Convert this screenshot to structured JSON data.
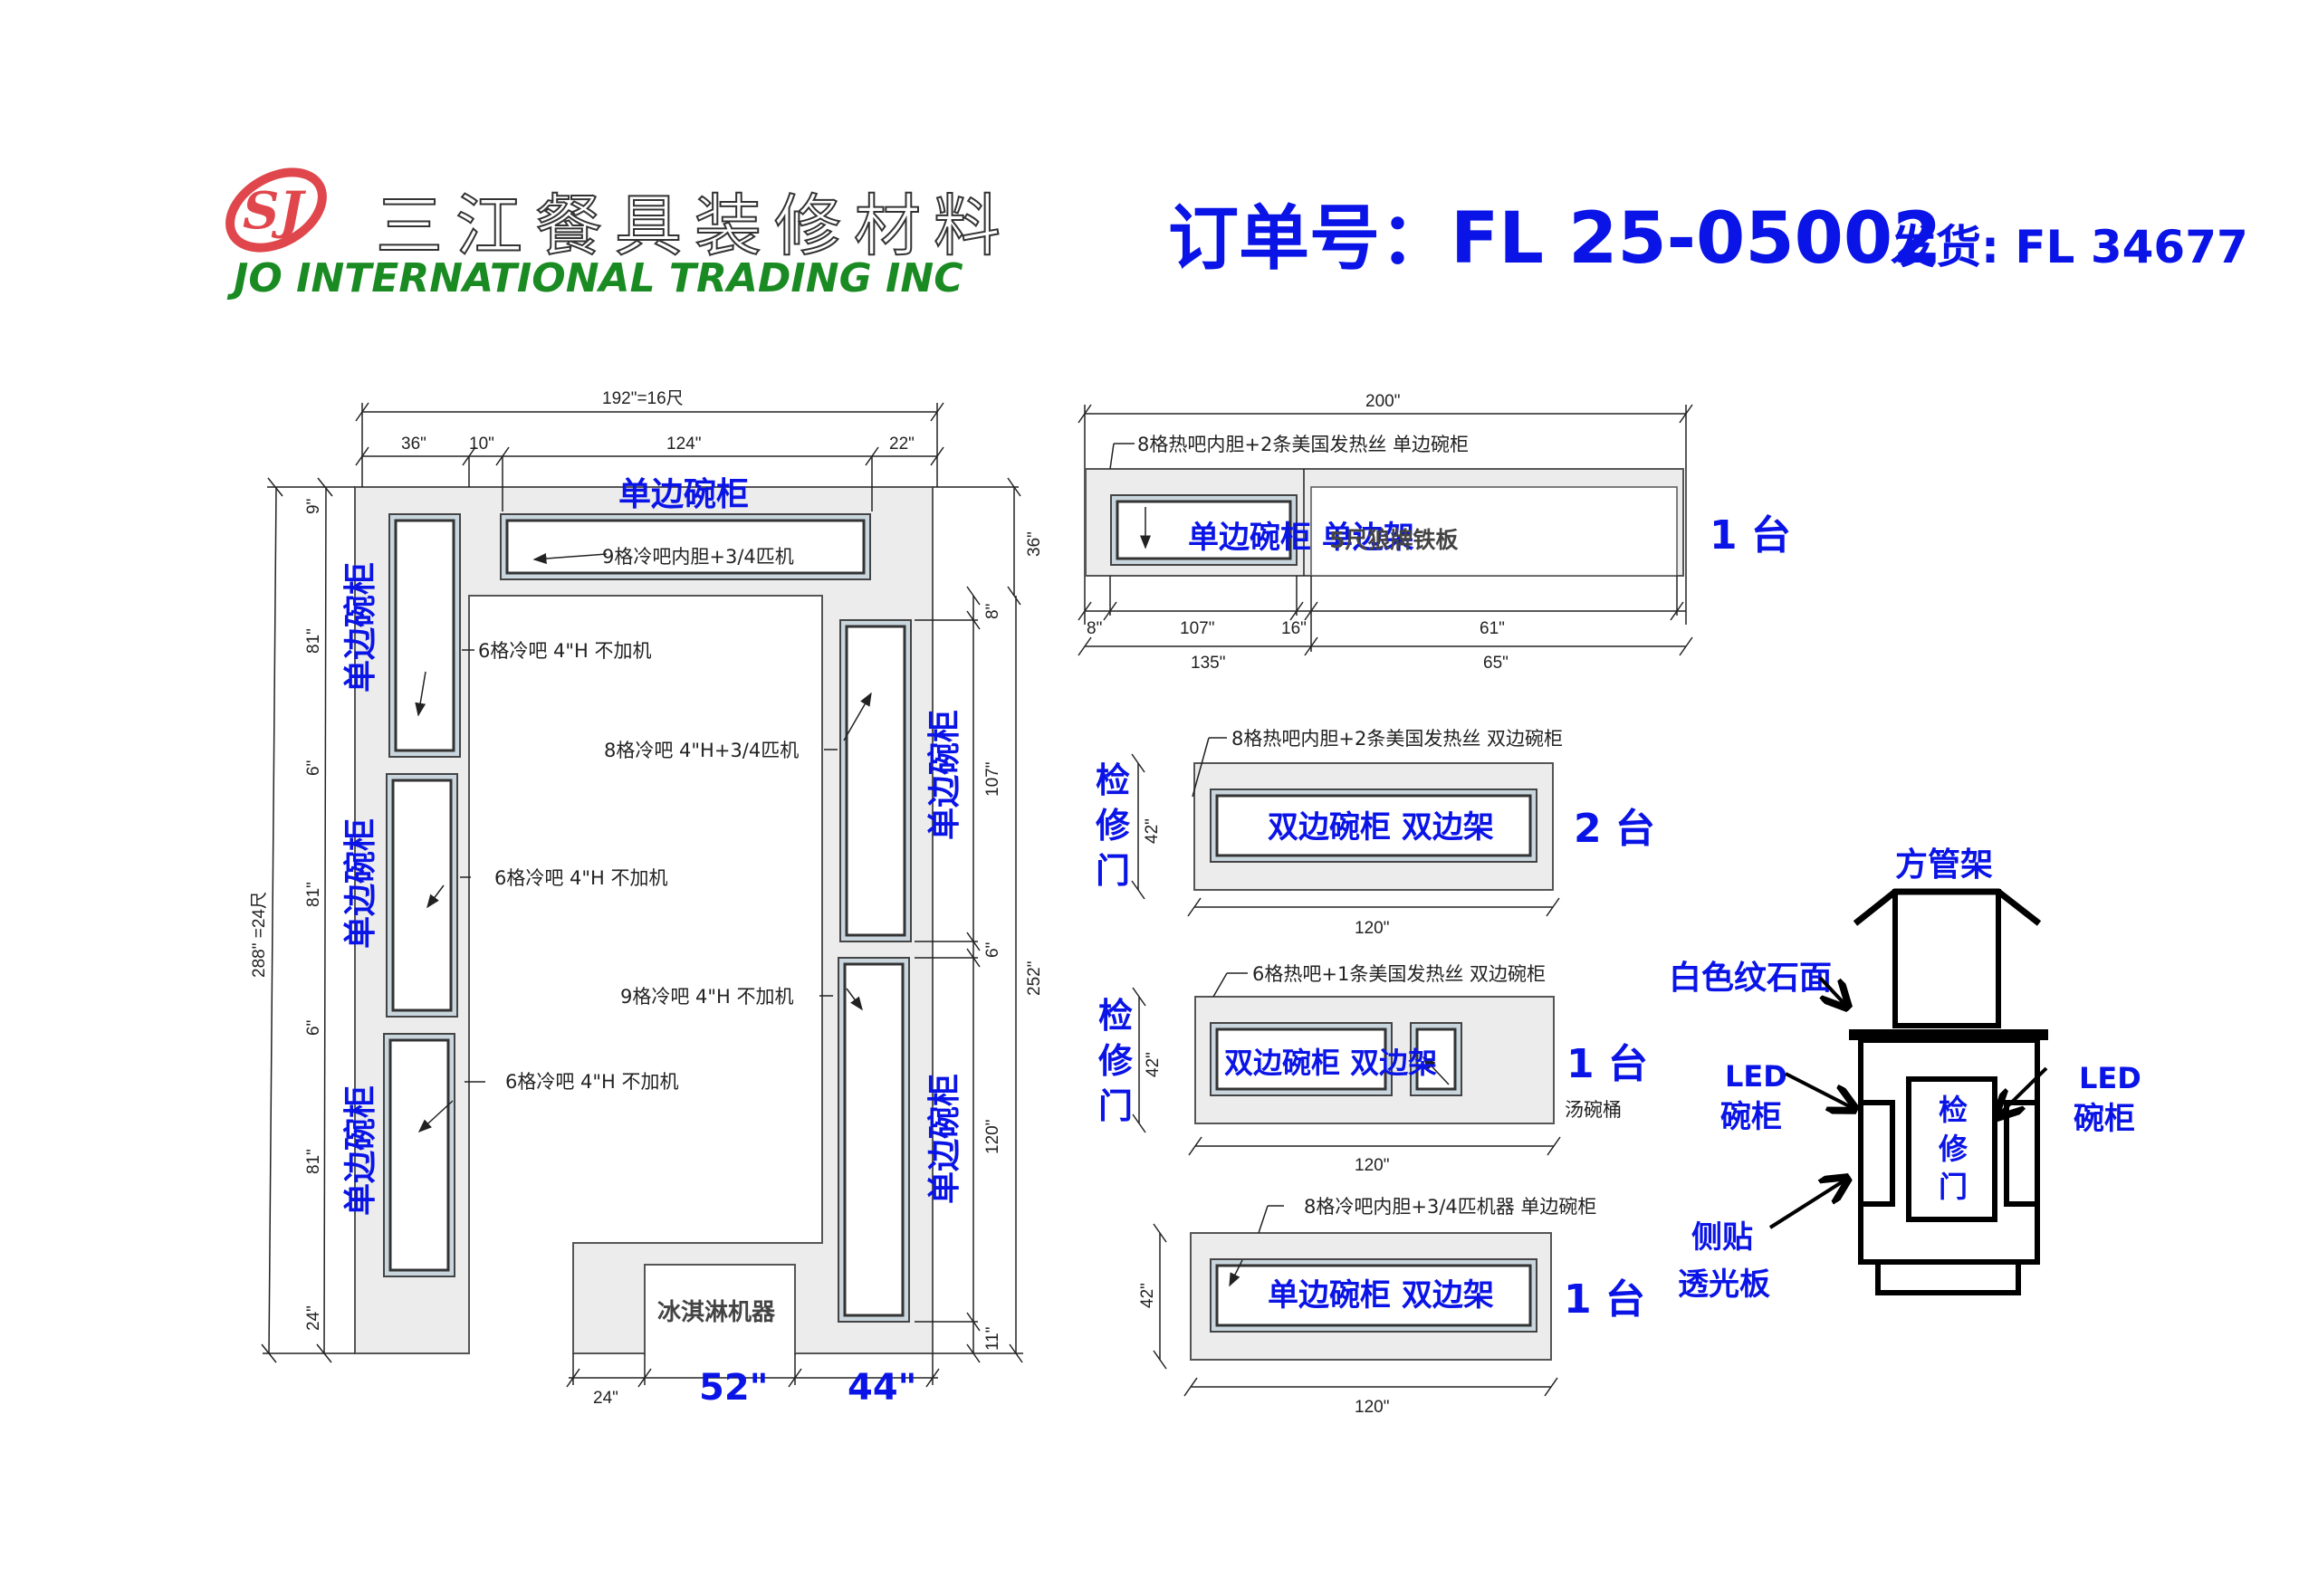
{
  "header": {
    "logo_mark": "SJ",
    "company_cn": "三江餐具装修材料",
    "company_en": "JO INTERNATIONAL TRADING INC",
    "order_label": "订单号：FL 25-05002",
    "ship_label": "发货: FL 34677",
    "colors": {
      "accent": "#0a14e6",
      "brand_green": "#1a8a22",
      "brand_red": "#e0474c"
    }
  },
  "floorplan": {
    "overall_width": "192\"=16尺",
    "top_segments": [
      "36\"",
      "10\"",
      "124\"",
      "22\""
    ],
    "top_label": "单边碗柜",
    "top_well_note": "9格冷吧内胆+3/4匹机",
    "left_overall": "288\" =24尺",
    "left_segments": [
      "9\"",
      "81\"",
      "6\"",
      "81\"",
      "6\"",
      "81\"",
      "24\""
    ],
    "left_labels": [
      "单边碗柜",
      "单边碗柜",
      "单边碗柜"
    ],
    "left_notes": [
      "6格冷吧 4\"H 不加机",
      "6格冷吧 4\"H 不加机",
      "6格冷吧 4\"H 不加机"
    ],
    "right_top_dim": "36\"",
    "right_overall": "252\"",
    "right_segments": [
      "8\"",
      "107\"",
      "6\"",
      "120\"",
      "11\""
    ],
    "right_labels": [
      "单边碗柜",
      "单边碗柜"
    ],
    "right_notes": [
      "8格冷吧 4\"H+3/4匹机",
      "9格冷吧 4\"H 不加机"
    ],
    "ice_cream": "冰淇淋机器",
    "bottom_segments": [
      "24\"",
      "52\"",
      "44\""
    ]
  },
  "units": [
    {
      "overall": "200\"",
      "note": "8格热吧内胆+2条美国发热丝 单边碗柜",
      "well_label": "单边碗柜 单边架",
      "side_label": "5尺狼牌铁板",
      "qty": "1 台",
      "bottom_segments": [
        "8\"",
        "107\"",
        "16\"",
        "61\""
      ],
      "bottom_totals": [
        "135\"",
        "65\""
      ]
    },
    {
      "door": [
        "检",
        "修",
        "门"
      ],
      "height": "42\"",
      "note": "8格热吧内胆+2条美国发热丝 双边碗柜",
      "well_label": "双边碗柜 双边架",
      "qty": "2 台",
      "width": "120\""
    },
    {
      "door": [
        "检",
        "修",
        "门"
      ],
      "height": "42\"",
      "note": "6格热吧+1条美国发热丝 双边碗柜",
      "well_label": "双边碗柜 双边架",
      "qty": "1 台",
      "extra_label": "汤碗桶",
      "width": "120\""
    },
    {
      "height": "42\"",
      "note": "8格冷吧内胆+3/4匹机器  单边碗柜",
      "well_label": "单边碗柜 双边架",
      "qty": "1 台",
      "width": "120\""
    }
  ],
  "section": {
    "top_label": "方管架",
    "counter_label": "白色纹石面",
    "led_left": [
      "LED",
      "碗柜"
    ],
    "led_right": [
      "LED",
      "碗柜"
    ],
    "door": [
      "检",
      "修",
      "门"
    ],
    "side_panel": [
      "侧贴",
      "透光板"
    ]
  }
}
